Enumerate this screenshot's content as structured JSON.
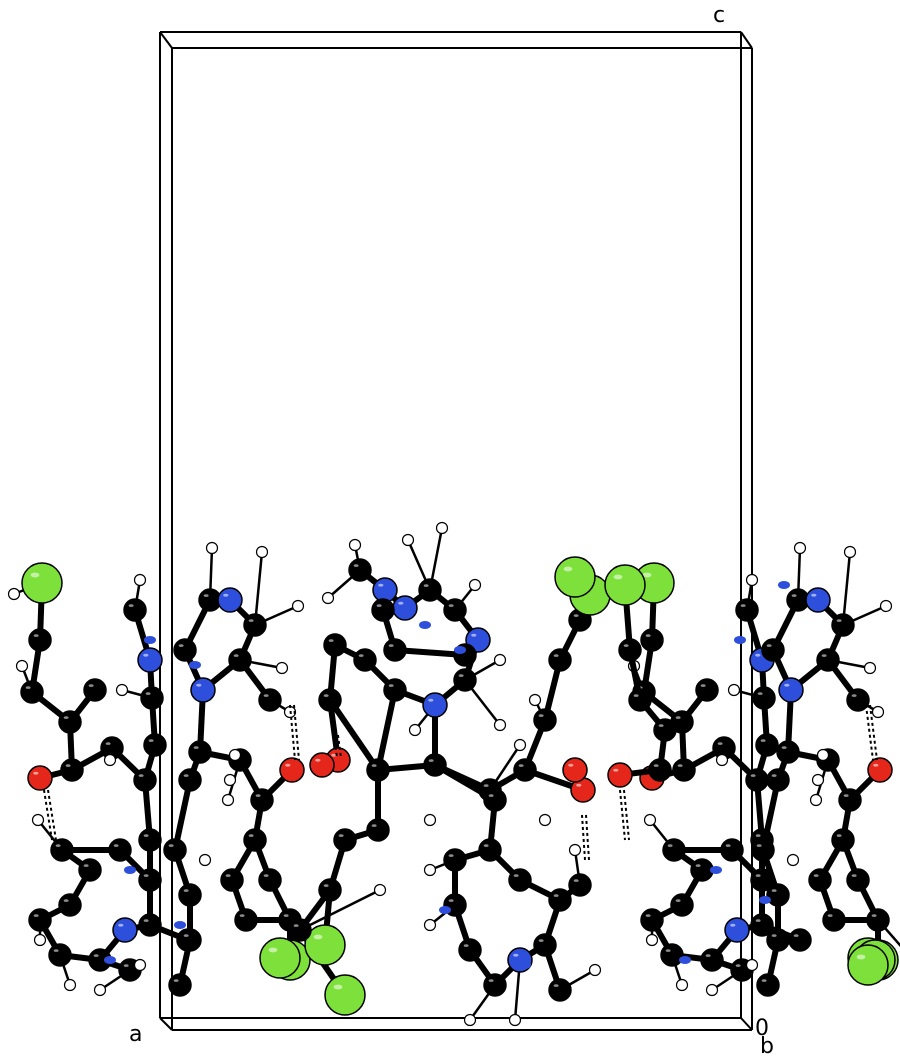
{
  "figure": {
    "axis_labels": {
      "a": "a",
      "b": "b",
      "c": "c",
      "origin": "0"
    },
    "colors": {
      "background": "#ffffff",
      "frame": "#000000",
      "carbon": "#000000",
      "nitrogen": "#2d4fdc",
      "oxygen": "#e5261b",
      "chlorine": "#7ee03a",
      "hydrogen": "#ffffff",
      "bond": "#000000",
      "hbond": "#000000"
    },
    "elements": [
      "C",
      "N",
      "O",
      "Cl",
      "H"
    ]
  }
}
